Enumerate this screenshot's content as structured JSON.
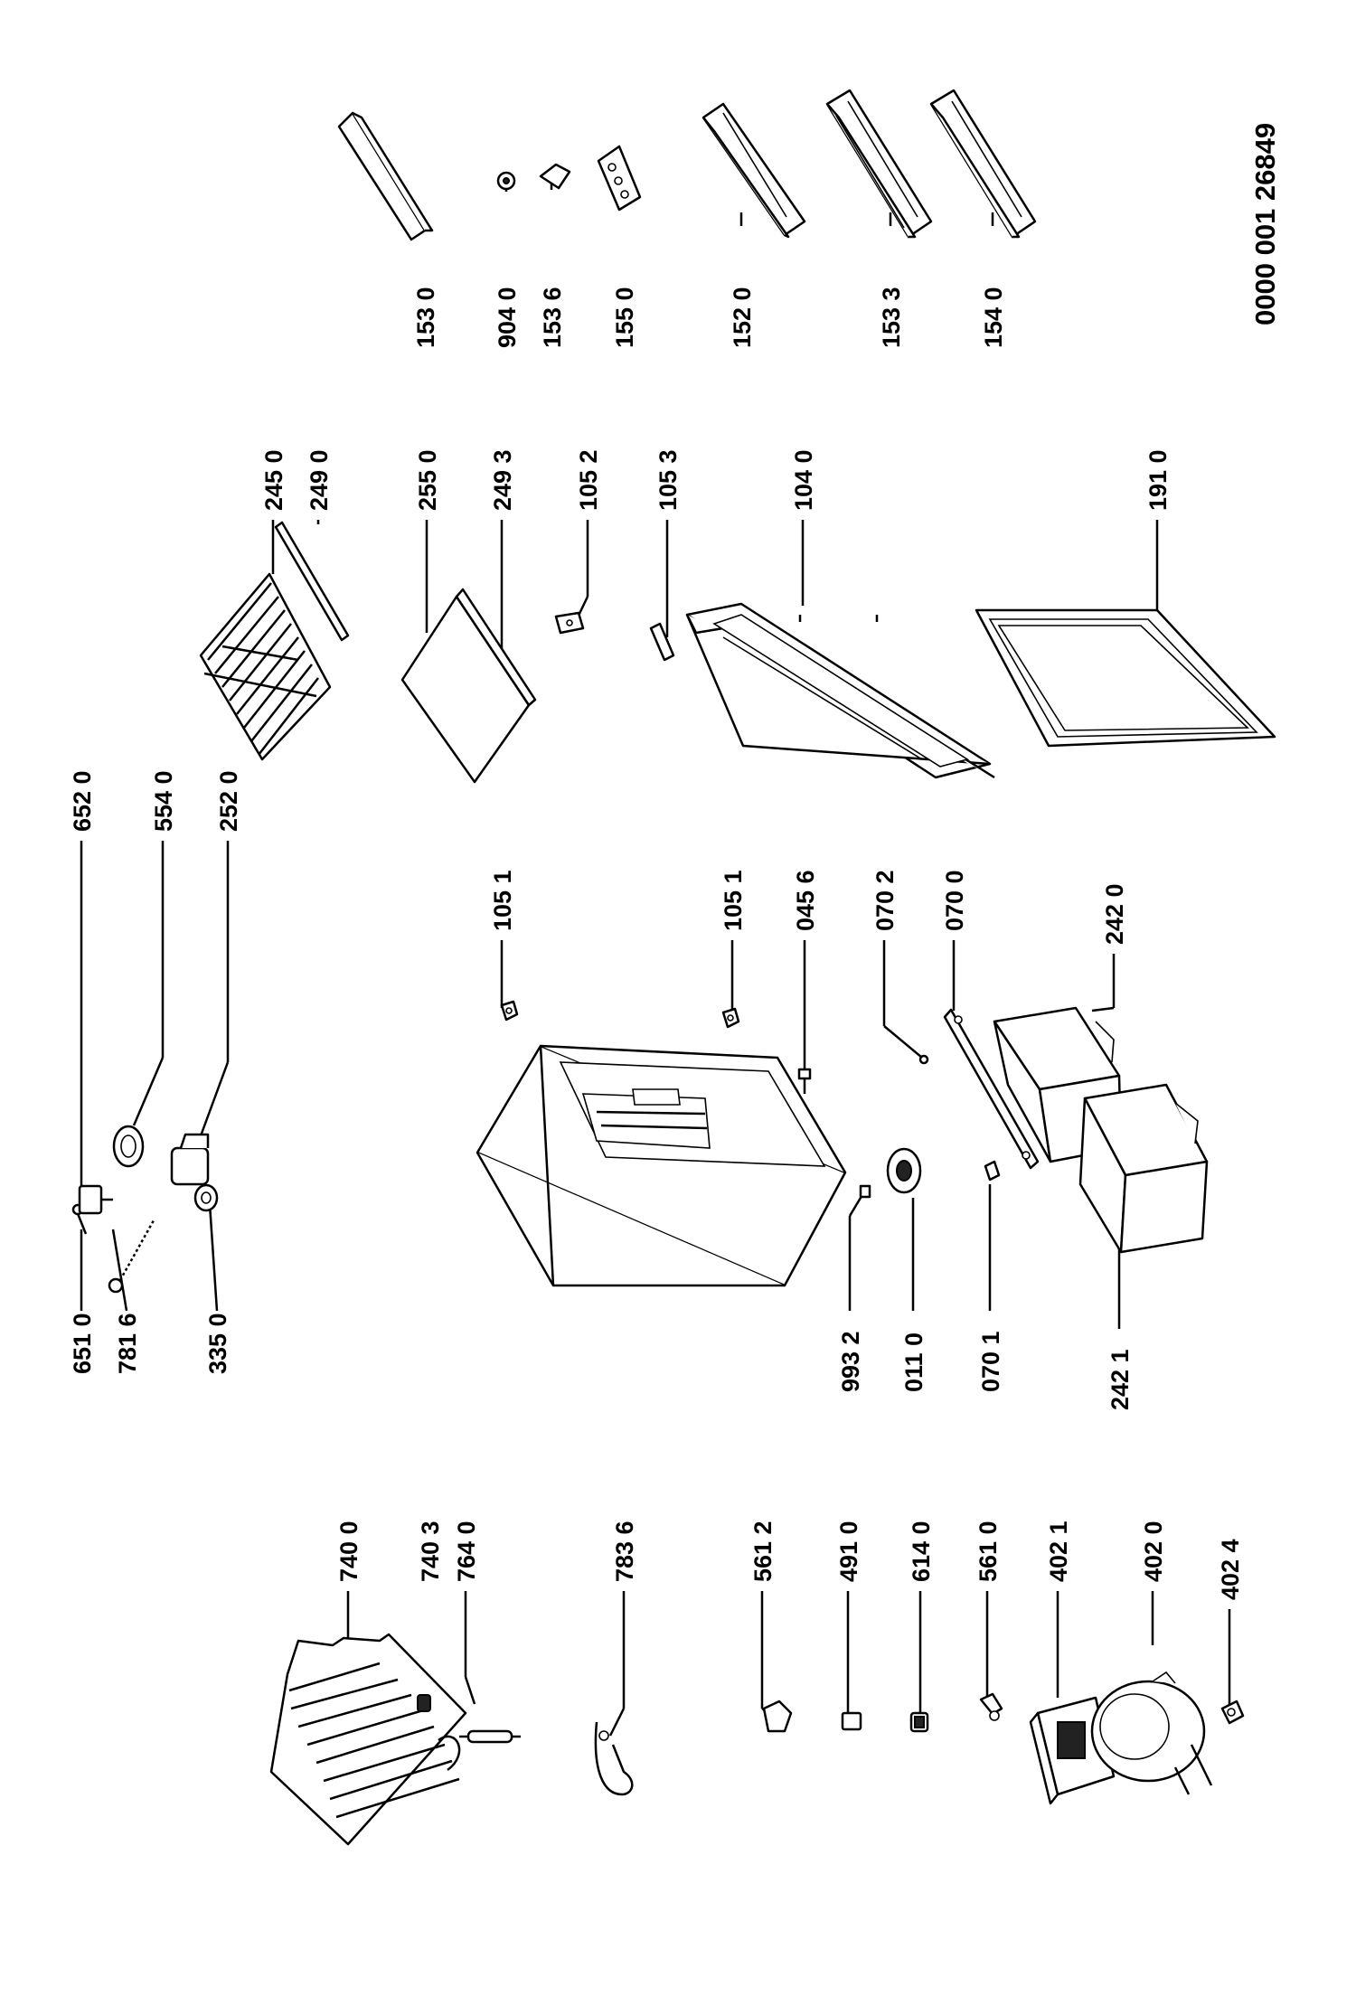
{
  "document_code": "0000 001 26849",
  "parts": [
    {
      "id": "p6510",
      "label": "651 0"
    },
    {
      "id": "p7816",
      "label": "781 6"
    },
    {
      "id": "p3350",
      "label": "335 0"
    },
    {
      "id": "p6520",
      "label": "652 0"
    },
    {
      "id": "p5540",
      "label": "554 0"
    },
    {
      "id": "p2520",
      "label": "252 0"
    },
    {
      "id": "p1051a",
      "label": "105 1"
    },
    {
      "id": "p1051b",
      "label": "105 1"
    },
    {
      "id": "p0456",
      "label": "045 6"
    },
    {
      "id": "p0702",
      "label": "070 2"
    },
    {
      "id": "p0700",
      "label": "070 0"
    },
    {
      "id": "p2420",
      "label": "242 0"
    },
    {
      "id": "p9932",
      "label": "993 2"
    },
    {
      "id": "p0110",
      "label": "011 0"
    },
    {
      "id": "p0701",
      "label": "070 1"
    },
    {
      "id": "p2421",
      "label": "242 1"
    },
    {
      "id": "p7400",
      "label": "740 0"
    },
    {
      "id": "p7403",
      "label": "740 3"
    },
    {
      "id": "p7640",
      "label": "764 0"
    },
    {
      "id": "p7836",
      "label": "783 6"
    },
    {
      "id": "p5612",
      "label": "561 2"
    },
    {
      "id": "p4910",
      "label": "491 0"
    },
    {
      "id": "p6140",
      "label": "614 0"
    },
    {
      "id": "p5610",
      "label": "561 0"
    },
    {
      "id": "p4021",
      "label": "402 1"
    },
    {
      "id": "p4020",
      "label": "402 0"
    },
    {
      "id": "p4024",
      "label": "402 4"
    },
    {
      "id": "p2450",
      "label": "245 0"
    },
    {
      "id": "p2490",
      "label": "249 0"
    },
    {
      "id": "p2550",
      "label": "255 0"
    },
    {
      "id": "p2493",
      "label": "249 3"
    },
    {
      "id": "p1052",
      "label": "105 2"
    },
    {
      "id": "p1053",
      "label": "105 3"
    },
    {
      "id": "p1040",
      "label": "104 0"
    },
    {
      "id": "p1910",
      "label": "191 0"
    },
    {
      "id": "p1530",
      "label": "153 0"
    },
    {
      "id": "p9040",
      "label": "904 0"
    },
    {
      "id": "p1536",
      "label": "153 6"
    },
    {
      "id": "p1550",
      "label": "155 0"
    },
    {
      "id": "p1520",
      "label": "152 0"
    },
    {
      "id": "p1533",
      "label": "153 3"
    },
    {
      "id": "p1540",
      "label": "154 0"
    }
  ]
}
